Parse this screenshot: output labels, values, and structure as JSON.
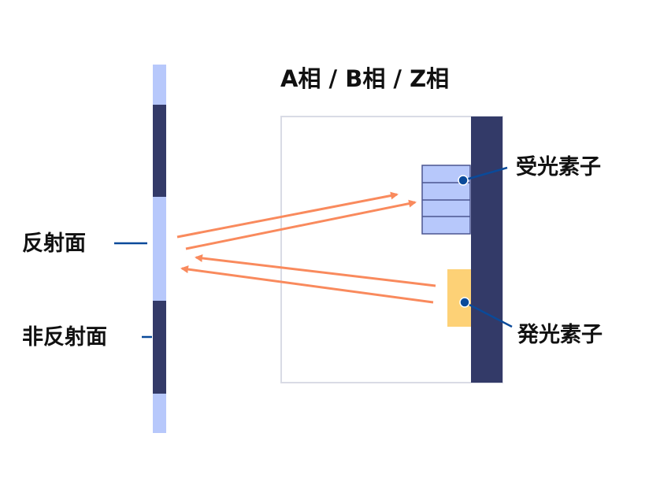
{
  "title": "A相 / B相 / Z相",
  "labels": {
    "reflective": "反射面",
    "non_reflective": "非反射面",
    "receiver": "受光素子",
    "emitter": "発光素子"
  },
  "colors": {
    "dark": "#333a68",
    "light": "#b7c8fb",
    "emitter": "#fdd176",
    "arrow": "#f98a5d",
    "leader": "#0a4a9a",
    "frame": "#d9dbe5"
  }
}
